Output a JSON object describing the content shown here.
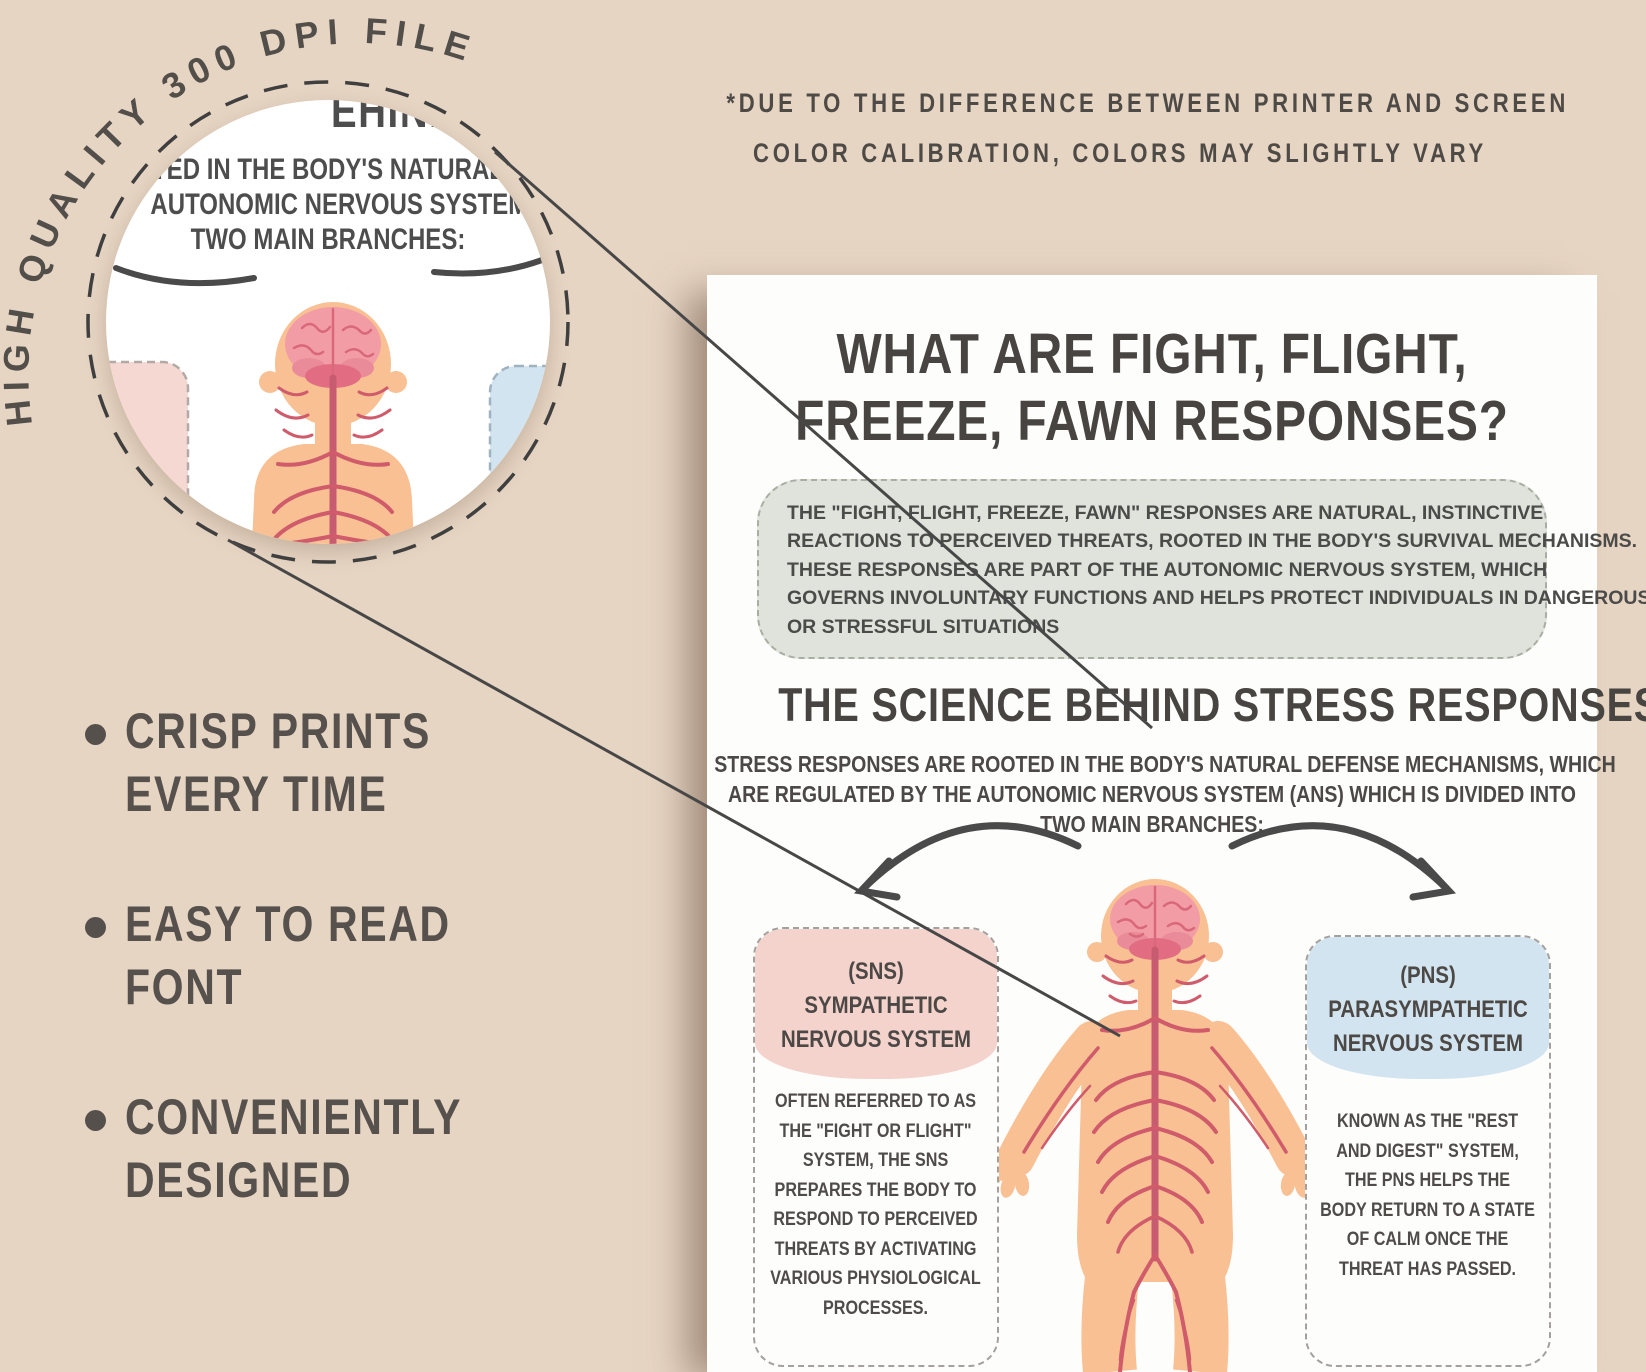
{
  "magnifier": {
    "arc_label": "HIGH QUALITY 300 DPI FILE",
    "inset": {
      "heading_fragment": "EHIND ST",
      "lines": [
        "TED IN THE BODY'S NATURAL",
        "AUTONOMIC NERVOUS SYSTEM (ANS",
        "TWO MAIN BRANCHES:"
      ]
    }
  },
  "disclaimer": {
    "line1": "*DUE TO THE DIFFERENCE BETWEEN PRINTER AND SCREEN",
    "line2": "COLOR CALIBRATION, COLORS MAY SLIGHTLY VARY"
  },
  "features": [
    {
      "line1": "CRISP PRINTS",
      "line2": "EVERY TIME"
    },
    {
      "line1": "EASY TO READ",
      "line2": "FONT"
    },
    {
      "line1": "CONVENIENTLY",
      "line2": "DESIGNED"
    }
  ],
  "poster": {
    "title_line1": "WHAT ARE FIGHT, FLIGHT,",
    "title_line2": "FREEZE, FAWN RESPONSES?",
    "intro_box_lines": [
      "THE \"FIGHT, FLIGHT, FREEZE, FAWN\" RESPONSES ARE NATURAL, INSTINCTIVE",
      "REACTIONS TO PERCEIVED THREATS, ROOTED IN THE BODY'S SURVIVAL MECHANISMS.",
      "THESE RESPONSES ARE PART OF THE AUTONOMIC NERVOUS SYSTEM, WHICH",
      "GOVERNS INVOLUNTARY FUNCTIONS AND HELPS PROTECT INDIVIDUALS IN DANGEROUS",
      "OR STRESSFUL SITUATIONS"
    ],
    "science": {
      "heading": "THE SCIENCE BEHIND STRESS RESPONSES",
      "para_lines": [
        "STRESS RESPONSES ARE ROOTED IN THE BODY'S NATURAL DEFENSE MECHANISMS, WHICH",
        "ARE REGULATED BY THE AUTONOMIC NERVOUS SYSTEM (ANS) WHICH IS DIVIDED INTO",
        "TWO MAIN BRANCHES:"
      ]
    },
    "sns": {
      "tag": "(SNS)",
      "name_line1": "SYMPATHETIC",
      "name_line2": "NERVOUS SYSTEM",
      "body": "OFTEN REFERRED TO AS THE \"FIGHT OR FLIGHT\" SYSTEM, THE SNS PREPARES THE BODY TO RESPOND TO PERCEIVED THREATS BY ACTIVATING VARIOUS PHYSIOLOGICAL PROCESSES."
    },
    "pns": {
      "tag": "(PNS)",
      "name_line1": "PARASYMPATHETIC",
      "name_line2": "NERVOUS SYSTEM",
      "body": "KNOWN AS THE \"REST AND DIGEST\" SYSTEM, THE PNS HELPS THE BODY RETURN TO A STATE OF CALM ONCE THE THREAT HAS PASSED."
    }
  },
  "colors": {
    "background_beige": "#e7d5c4",
    "poster_white": "#fdfdfc",
    "ink_dark": "#4b4845",
    "intro_box_gray": "#e0e3db",
    "sns_pink": "#f5d3cd",
    "pns_blue": "#d2e4ef",
    "skin": "#f8c093",
    "brain_pink": "#f29da6",
    "nerve_red": "#cf5b6b"
  }
}
